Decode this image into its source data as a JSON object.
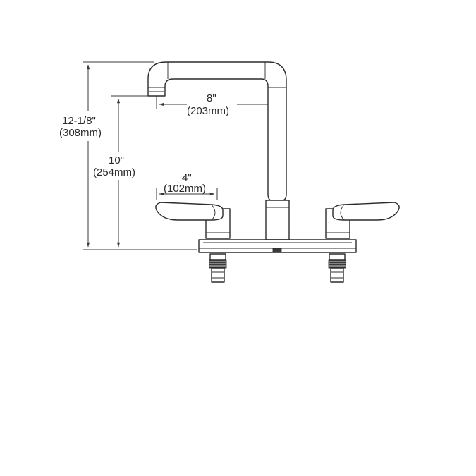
{
  "dimensions": {
    "overall_height": {
      "imperial": "12-1/8\"",
      "metric": "(308mm)"
    },
    "spout_height": {
      "imperial": "10\"",
      "metric": "(254mm)"
    },
    "spout_reach": {
      "imperial": "8\"",
      "metric": "(203mm)"
    },
    "handle_offset": {
      "imperial": "4\"",
      "metric": "(102mm)"
    }
  },
  "colors": {
    "line": "#2b2b2b",
    "background": "#ffffff"
  }
}
